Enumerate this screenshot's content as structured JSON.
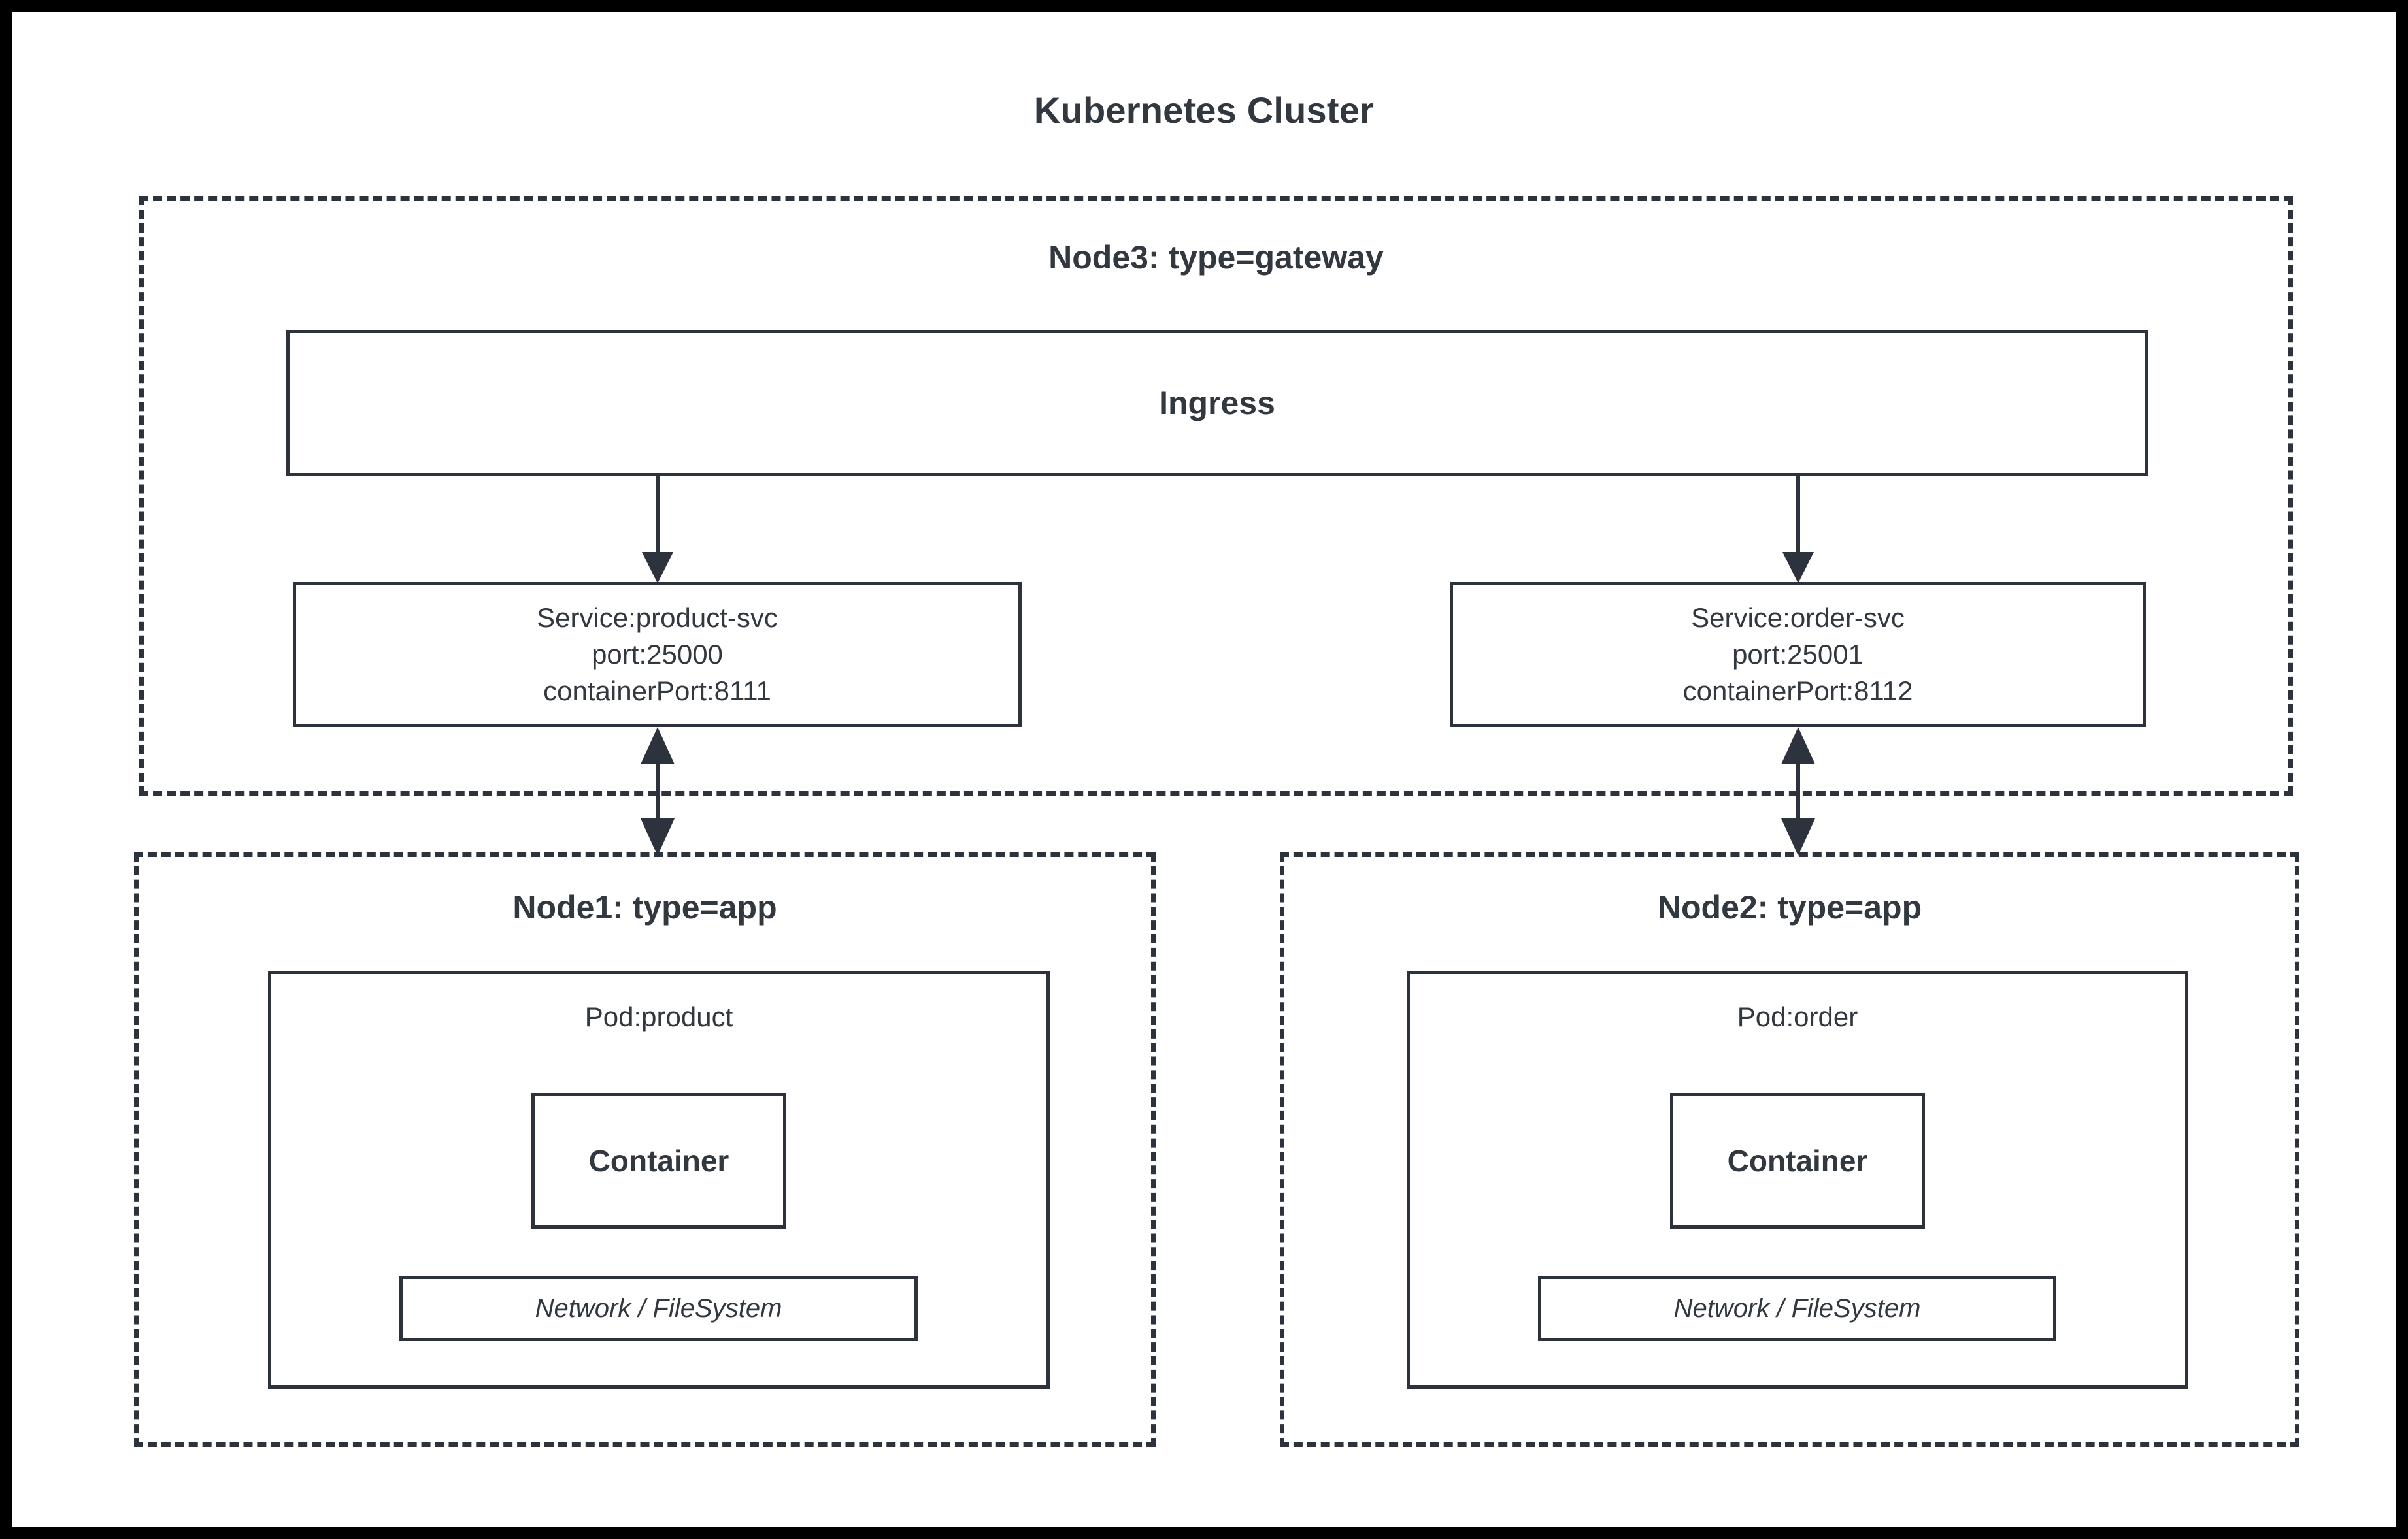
{
  "diagram": {
    "title": "Kubernetes Cluster",
    "frame_color": "#000000",
    "canvas_color": "#ffffff",
    "stroke_color": "#2d333d",
    "text_color": "#32383f"
  },
  "nodes": {
    "gateway": {
      "title": "Node3: type=gateway",
      "ingress": {
        "label": "Ingress"
      },
      "services": [
        {
          "name": "Service:product-svc",
          "port": "port:25000",
          "container_port": "containerPort:8111"
        },
        {
          "name": "Service:order-svc",
          "port": "port:25001",
          "container_port": "containerPort:8112"
        }
      ]
    },
    "app_nodes": [
      {
        "title": "Node1: type=app",
        "pod_label": "Pod:product",
        "container_label": "Container",
        "storage_label": "Network / FileSystem"
      },
      {
        "title": "Node2: type=app",
        "pod_label": "Pod:order",
        "container_label": "Container",
        "storage_label": "Network / FileSystem"
      }
    ]
  },
  "connections": [
    {
      "from": "Ingress",
      "to": "Service:product-svc",
      "direction": "down"
    },
    {
      "from": "Ingress",
      "to": "Service:order-svc",
      "direction": "down"
    },
    {
      "from": "Service:product-svc",
      "to": "Node1: type=app",
      "direction": "bidirectional"
    },
    {
      "from": "Service:order-svc",
      "to": "Node2: type=app",
      "direction": "bidirectional"
    }
  ]
}
